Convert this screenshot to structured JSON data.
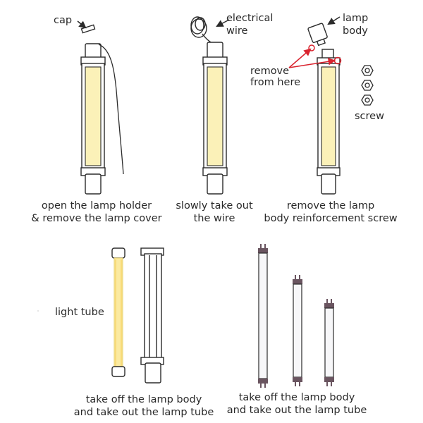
{
  "colors": {
    "line": "#2b2b2b",
    "tube_glow": "#fbf1b8",
    "tube_glow_strong": "#fbeaa0",
    "arrow_red": "#d9232e",
    "tube_pin": "#6a5560",
    "tube_body": "#f7f7f9"
  },
  "steps": {
    "step1": {
      "line1": "open the lamp holder",
      "line2": "& remove the lamp cover"
    },
    "step2": {
      "line1": "slowly take out",
      "line2": "the wire"
    },
    "step3": {
      "line1": "remove the lamp",
      "line2": "body reinforcement screw"
    },
    "step4": {
      "line1": "take off the lamp body",
      "line2": "and take out the lamp tube"
    },
    "step5": {
      "line1": "take off the lamp body",
      "line2": "and take out the lamp tube"
    }
  },
  "callouts": {
    "cap": "cap",
    "electrical_wire_1": "electrical",
    "electrical_wire_2": "wire",
    "lamp_body_1": "lamp",
    "lamp_body_2": "body",
    "remove_1": "remove",
    "remove_2": "from here",
    "screw": "screw",
    "light_tube": "light tube"
  }
}
